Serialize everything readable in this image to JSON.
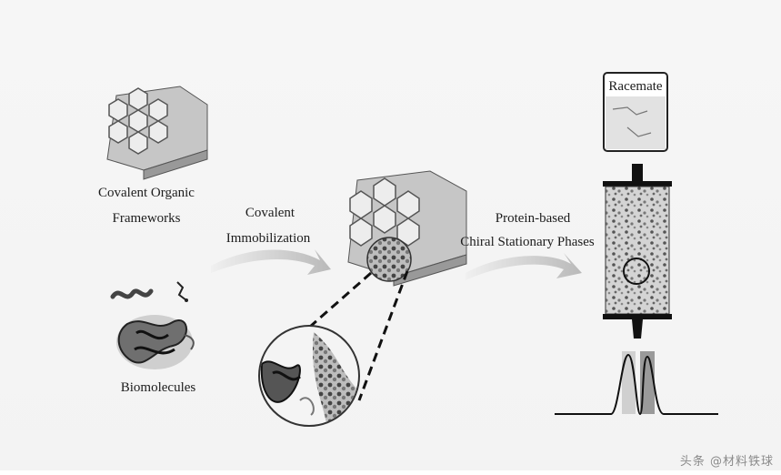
{
  "labels": {
    "cof_line1": "Covalent Organic",
    "cof_line2": "Frameworks",
    "biomolecules": "Biomolecules",
    "immob_line1": "Covalent",
    "immob_line2": "Immobilization",
    "csp_line1": "Protein-based",
    "csp_line2": "Chiral Stationary Phases",
    "racemate": "Racemate"
  },
  "watermark": "头条 @材料铁球",
  "colors": {
    "background": "#f4f4f4",
    "hexagon_top": "#bdbdbd",
    "hexagon_side": "#cfcfcf",
    "hexagon_dark": "#8f8f8f",
    "arrow": "#c8c8c8",
    "column_frame": "#1a1a1a",
    "highlight": "#9a9a9a"
  },
  "icons": [
    "cof-hexagon-bundle-icon",
    "protein-molecule-icon",
    "beaker-icon",
    "chromatography-column-icon",
    "chromatogram-peaks-icon",
    "magnifier-circle-icon"
  ]
}
